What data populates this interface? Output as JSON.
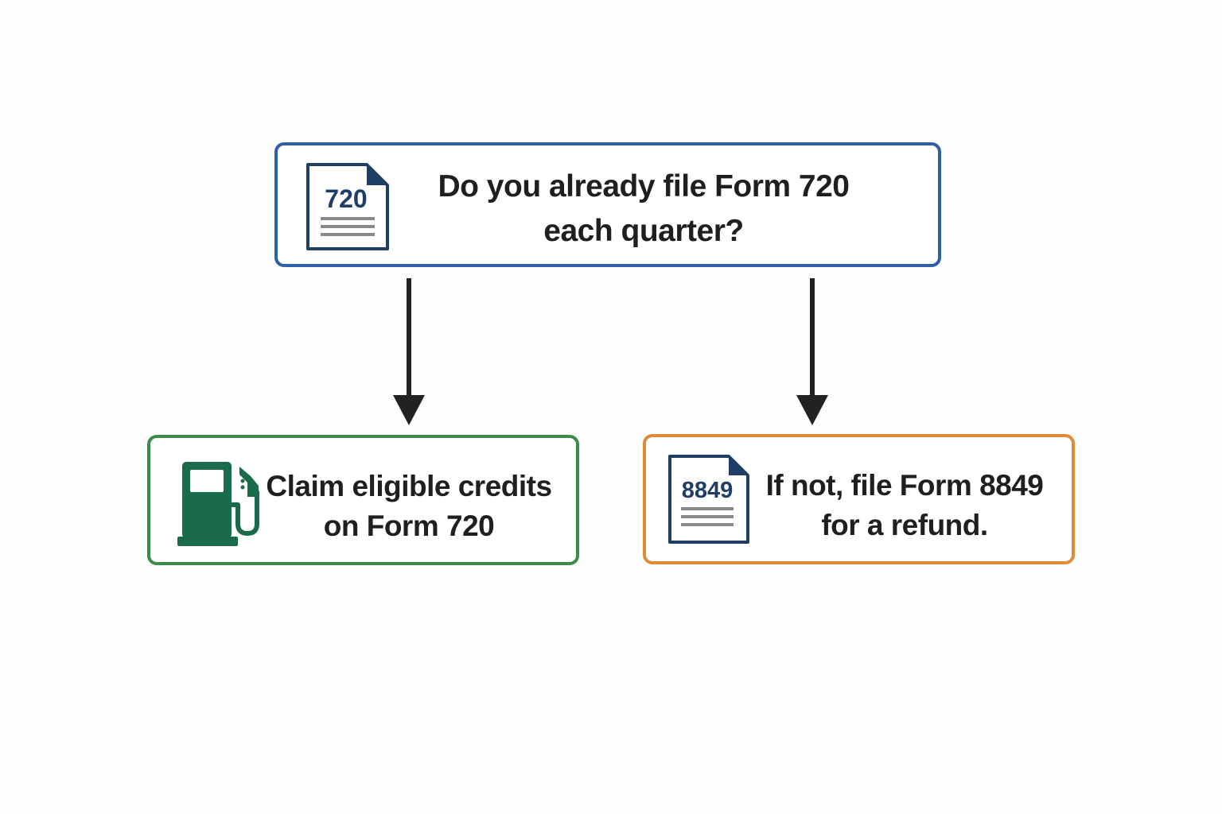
{
  "colors": {
    "question_border": "#2f5fa6",
    "yes_border": "#3b8b4a",
    "no_border": "#df8c3a",
    "doc_icon_navy": "#1f3e66",
    "pump_green": "#1a6b4a",
    "arrow": "#222222"
  },
  "question": {
    "icon": "form-720-document-icon",
    "icon_label": "720",
    "line1": "Do you already file Form 720",
    "line2": "each quarter?"
  },
  "branches": {
    "yes": {
      "icon": "fuel-pump-icon",
      "line1": "Claim eligible credits",
      "line2": "on Form 720"
    },
    "no": {
      "icon": "form-8849-document-icon",
      "icon_label": "8849",
      "line1": "If not, file Form 8849",
      "line2": "for a refund."
    }
  }
}
